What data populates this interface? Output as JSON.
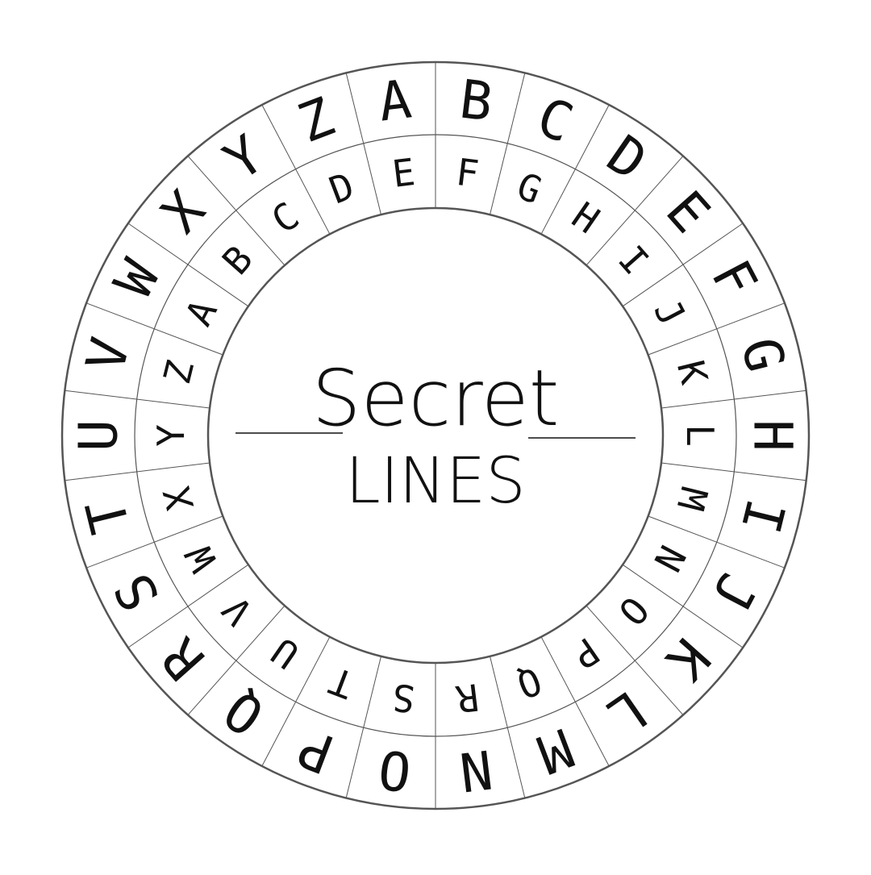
{
  "cipher_wheel": {
    "outer_ring": [
      "A",
      "B",
      "C",
      "D",
      "E",
      "F",
      "G",
      "H",
      "I",
      "J",
      "K",
      "L",
      "M",
      "N",
      "O",
      "P",
      "Q",
      "R",
      "S",
      "T",
      "U",
      "V",
      "W",
      "X",
      "Y",
      "Z"
    ],
    "inner_ring": [
      "E",
      "F",
      "G",
      "H",
      "I",
      "J",
      "K",
      "L",
      "M",
      "N",
      "O",
      "P",
      "Q",
      "R",
      "S",
      "T",
      "U",
      "V",
      "W",
      "X",
      "Y",
      "Z",
      "A",
      "B",
      "C",
      "D"
    ],
    "colors": {
      "line": "#555555",
      "ink": "#111111",
      "background": "#ffffff"
    }
  },
  "logo": {
    "line1": "Secret",
    "line2": "LINES"
  }
}
